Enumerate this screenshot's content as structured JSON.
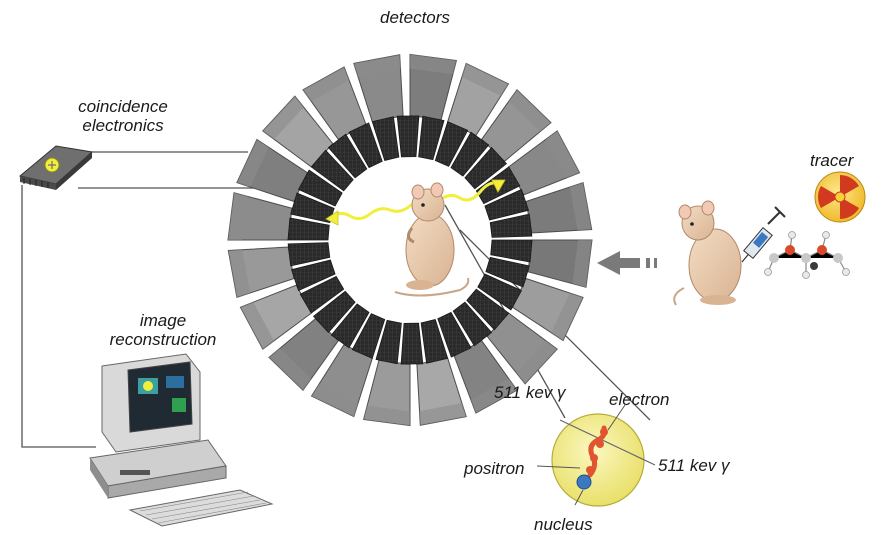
{
  "labels": {
    "detectors": "detectors",
    "coincidence_line1": "coincidence",
    "coincidence_line2": "electronics",
    "image_line1": "image",
    "image_line2": "reconstruction",
    "tracer": "tracer",
    "gamma_left": "511 kev",
    "gamma_right": "511 kev",
    "gamma_symbol": "γ",
    "electron": "electron",
    "positron": "positron",
    "nucleus": "nucleus"
  },
  "colors": {
    "detector_block": "#8c8c8c",
    "detector_inner": "#2e2e2e",
    "gamma_ray": "#f2ee3c",
    "annihilation_sphere": "#f3ef8a",
    "positron_track": "#e0552f",
    "tracer_symbol": "#d23a1f",
    "tracer_background": "#f5d23a"
  },
  "icons": {
    "chip": "coincidence-chip-icon",
    "computer": "computer-workstation-icon",
    "radiation": "radiation-trefoil-icon",
    "rat": "rat-icon",
    "syringe": "syringe-icon",
    "molecule": "molecule-icon",
    "arrow": "arrow-left-icon"
  }
}
